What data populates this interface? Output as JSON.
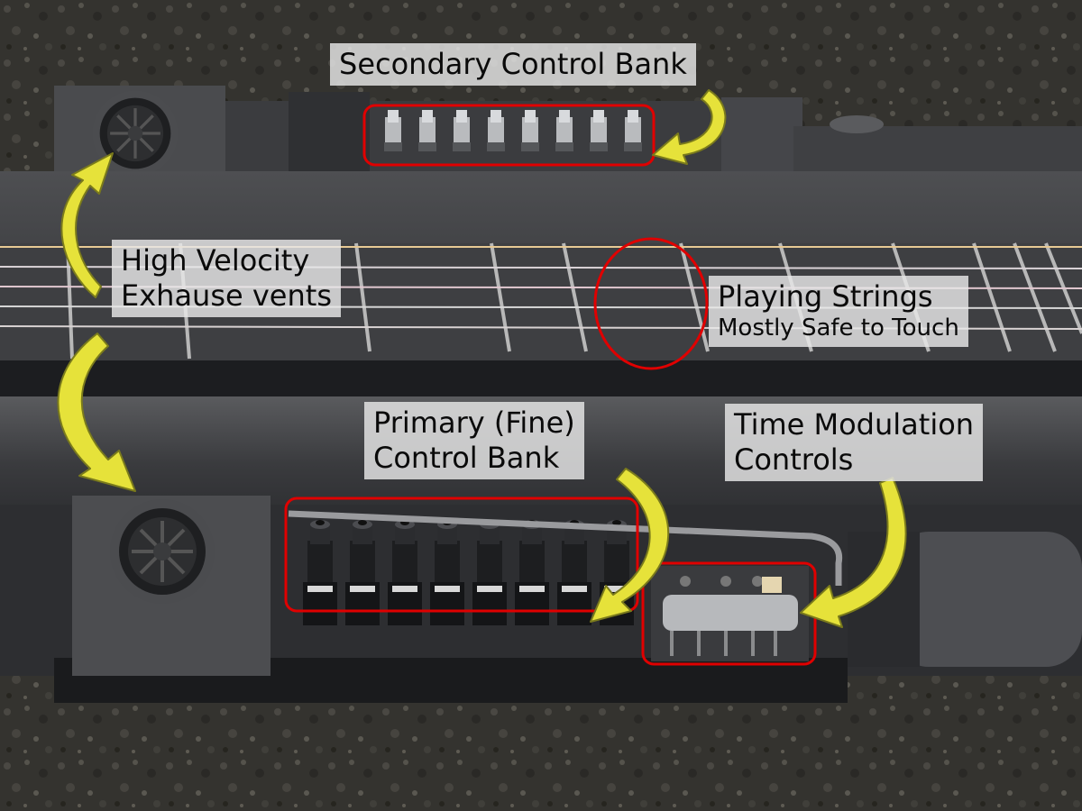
{
  "labels": {
    "secondary_control_bank": "Secondary Control Bank",
    "exhaust_vents": {
      "line1": "High Velocity",
      "line2": "Exhause vents"
    },
    "playing_strings": {
      "line1": "Playing Strings",
      "line2": "Mostly Safe to Touch"
    },
    "primary_control_bank": {
      "line1": "Primary (Fine)",
      "line2": "Control Bank"
    },
    "time_modulation": {
      "line1": "Time Modulation",
      "line2": "Controls"
    }
  },
  "colors": {
    "highlight_outline": "#e00000",
    "arrow_fill": "#e6e23a",
    "label_background": "#e8e8e8",
    "instrument_body": "#3c3d3f",
    "pavement": "#3a3934"
  }
}
